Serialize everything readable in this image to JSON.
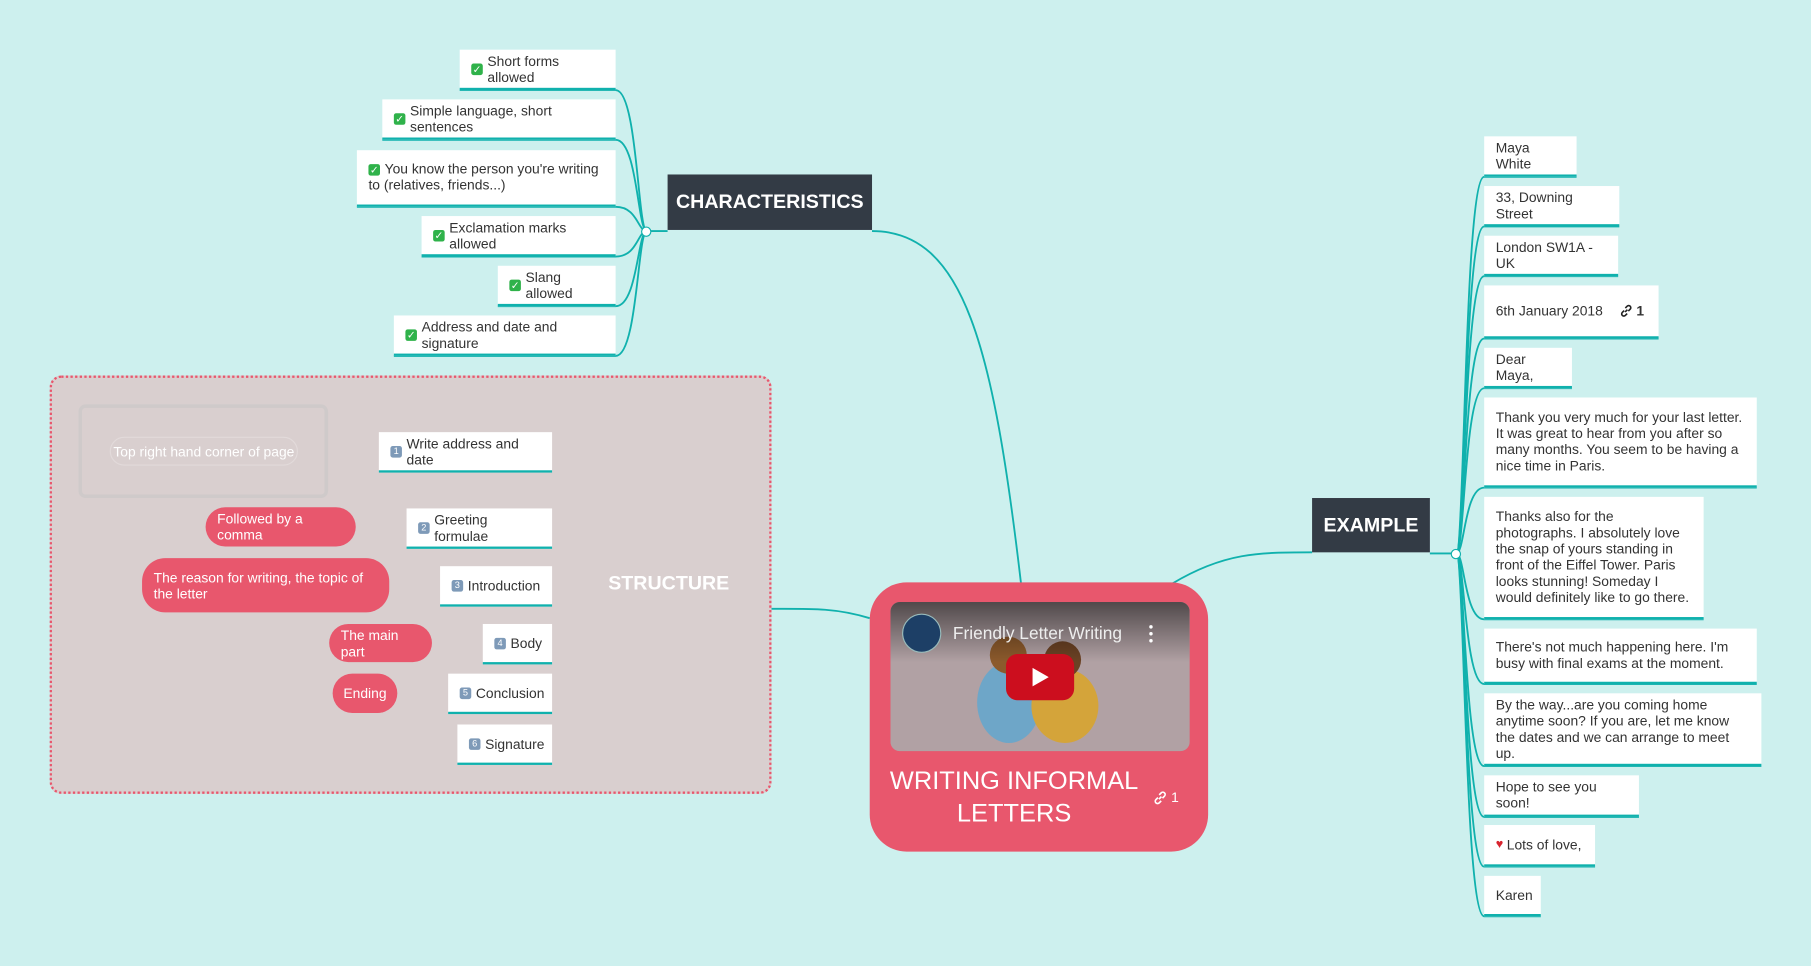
{
  "central": {
    "title": "WRITING INFORMAL LETTERS",
    "link_count": "1",
    "video": {
      "title": "Friendly Letter Writing"
    }
  },
  "characteristics": {
    "label": "CHARACTERISTICS",
    "items": [
      "Short forms allowed",
      "Simple language, short sentences",
      "You know the person you're writing to (relatives, friends...)",
      "Exclamation marks allowed",
      "Slang allowed",
      "Address and date and signature"
    ]
  },
  "structure": {
    "label": "STRUCTURE",
    "steps": [
      {
        "num": "1",
        "label": "Write address and date"
      },
      {
        "num": "2",
        "label": "Greeting formulae"
      },
      {
        "num": "3",
        "label": "Introduction"
      },
      {
        "num": "4",
        "label": "Body"
      },
      {
        "num": "5",
        "label": "Conclusion"
      },
      {
        "num": "6",
        "label": "Signature"
      }
    ],
    "notes": {
      "address": "Top right hand corner of page",
      "greeting": "Followed by a comma",
      "introduction": "The reason for writing, the topic of the letter",
      "body": "The main part",
      "conclusion": "Ending"
    }
  },
  "example": {
    "label": "EXAMPLE",
    "lines": [
      "Maya White",
      "33, Downing Street",
      "London SW1A - UK",
      "6th January 2018",
      "Dear Maya,",
      "Thank you very much for your last letter.  It was great to hear from you after so many months.  You seem to be having a nice time in Paris.",
      "Thanks also for the photographs. I absolutely love the snap of yours standing in front of the Eiffel Tower. Paris looks stunning! Someday I would definitely like to go there.",
      "There's not much happening here. I'm busy with final exams at the moment.",
      "By the way...are you coming home anytime soon? If you are, let me know the dates and we can arrange to meet up.",
      "Hope to see you soon!",
      "Lots of love,",
      "Karen"
    ],
    "date_link_count": "1"
  },
  "colors": {
    "background": "#cdf0ee",
    "branch": "#10b1ad",
    "accent": "#e8576d",
    "topic": "#333b45",
    "boundary_fill": "#d9cfcf"
  },
  "icons": [
    "check-icon",
    "number-icon",
    "heart-icon",
    "link-icon",
    "play-icon",
    "more-vert-icon"
  ]
}
